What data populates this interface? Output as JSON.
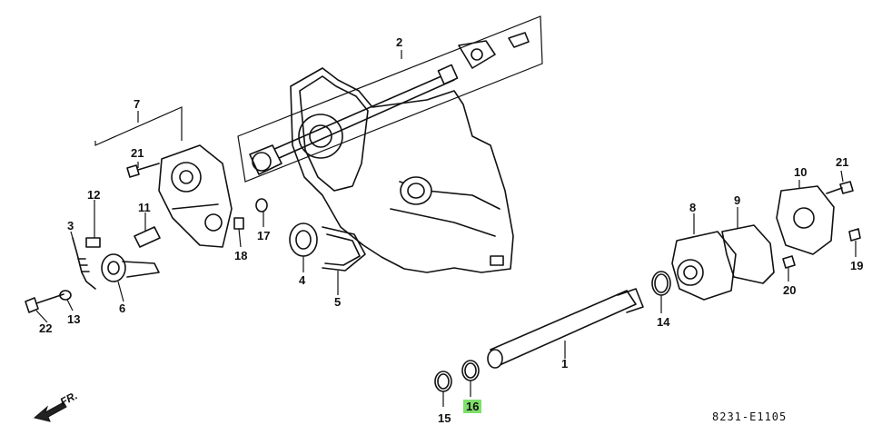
{
  "parts": {
    "p1": "1",
    "p2": "2",
    "p3": "3",
    "p4": "4",
    "p5": "5",
    "p6": "6",
    "p7": "7",
    "p8": "8",
    "p9": "9",
    "p10": "10",
    "p11": "11",
    "p12": "12",
    "p13": "13",
    "p14": "14",
    "p15": "15",
    "p16": "16",
    "p17": "17",
    "p18": "18",
    "p19": "19",
    "p20": "20",
    "p21a": "21",
    "p21b": "21",
    "p22": "22"
  },
  "highlighted_part": "16",
  "highlight_color": "#7ee06a",
  "diagram_code": "8231-E1105",
  "front_indicator": "FR."
}
